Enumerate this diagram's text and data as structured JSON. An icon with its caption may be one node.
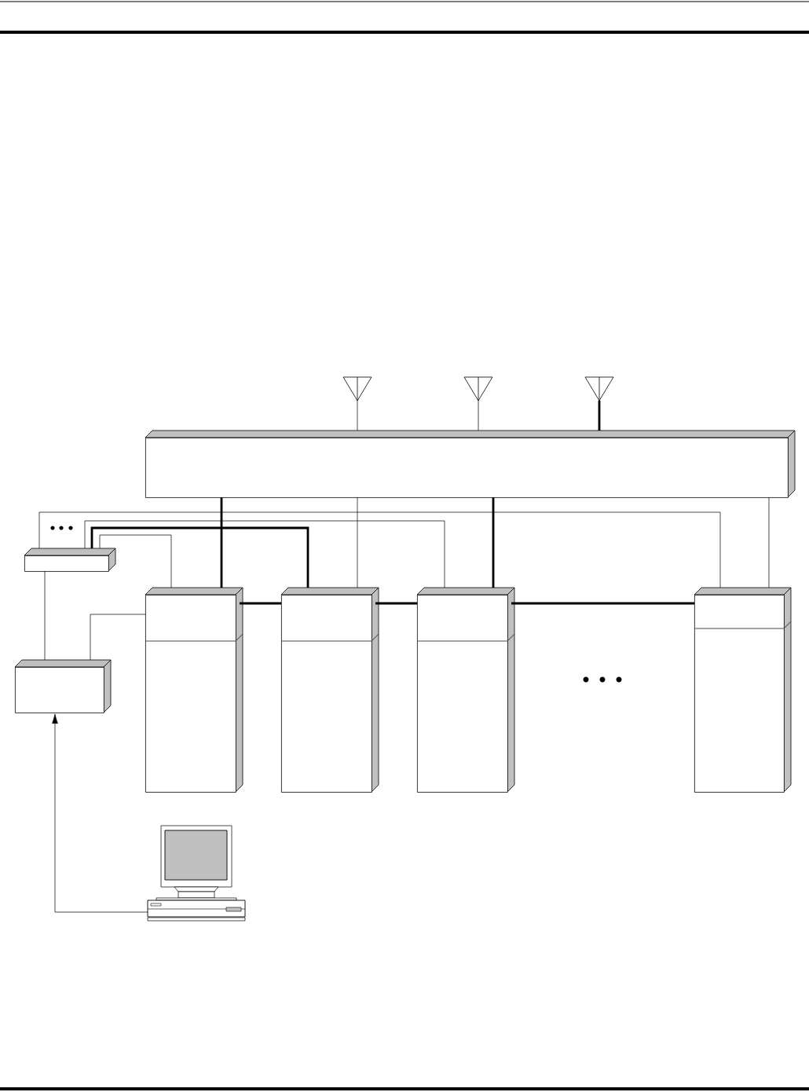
{
  "diagram": {
    "nodes": [
      {
        "text": [],
        "shape": "antenna"
      },
      {
        "text": [],
        "shape": "antenna"
      },
      {
        "text": [],
        "shape": "antenna"
      },
      {
        "text": [],
        "shape": "box"
      },
      {
        "text": [],
        "shape": "box"
      },
      {
        "text": [],
        "shape": "box"
      },
      {
        "text": [],
        "shape": "cabinet"
      },
      {
        "text": [],
        "shape": "cabinet"
      },
      {
        "text": [],
        "shape": "cabinet"
      },
      {
        "text": [],
        "shape": "cabinet"
      },
      {
        "text": [],
        "shape": "computer"
      }
    ],
    "edges": [
      {
        "from": 0,
        "to": 3,
        "arrow": "none"
      },
      {
        "from": 1,
        "to": 3,
        "arrow": "none"
      },
      {
        "from": 2,
        "to": 3,
        "arrow": "none",
        "style": "thick"
      },
      {
        "from": 3,
        "to": 6,
        "arrow": "none",
        "style": "thick"
      },
      {
        "from": 3,
        "to": 7,
        "arrow": "none"
      },
      {
        "from": 3,
        "to": 8,
        "arrow": "none",
        "style": "thick"
      },
      {
        "from": 3,
        "to": 9,
        "arrow": "none"
      },
      {
        "from": 4,
        "to": 6,
        "arrow": "none"
      },
      {
        "from": 4,
        "to": 7,
        "arrow": "none",
        "style": "thick"
      },
      {
        "from": 4,
        "to": 8,
        "arrow": "none"
      },
      {
        "from": 4,
        "to": 9,
        "arrow": "none"
      },
      {
        "from": 4,
        "to": 5,
        "arrow": "none"
      },
      {
        "from": 5,
        "to": 6,
        "arrow": "none"
      },
      {
        "from": 6,
        "to": 7,
        "arrow": "none",
        "style": "thick"
      },
      {
        "from": 7,
        "to": 8,
        "arrow": "none",
        "style": "thick"
      },
      {
        "from": 8,
        "to": 9,
        "arrow": "none",
        "style": "thick"
      },
      {
        "from": 10,
        "to": 5,
        "arrow": "to"
      }
    ]
  }
}
